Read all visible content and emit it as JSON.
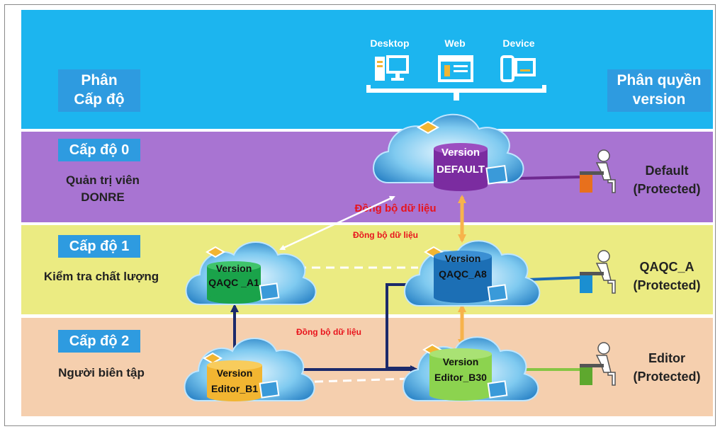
{
  "colors": {
    "band_top": "#1cb5ef",
    "band_level0": "#a874d2",
    "band_level1": "#ebeb82",
    "band_level2": "#f5cfae",
    "label_box": "#2e9be0",
    "sync_red": "#e8141c",
    "arrow_orange": "#f7b34b",
    "arrow_navy": "#1b2a6b",
    "arrow_purple": "#6e2a90",
    "arrow_blue": "#1b6ab5",
    "arrow_green": "#86c544"
  },
  "header": {
    "left_label_line1": "Phân",
    "left_label_line2": "Cấp độ",
    "right_label_line1": "Phân quyền",
    "right_label_line2": "version",
    "devices": [
      {
        "label": "Desktop",
        "icon": "desktop-icon"
      },
      {
        "label": "Web",
        "icon": "web-browser-icon"
      },
      {
        "label": "Device",
        "icon": "mobile-device-icon"
      }
    ]
  },
  "levels": [
    {
      "badge": "Cấp độ 0",
      "role_line1": "Quản trị viên",
      "role_line2": "DONRE"
    },
    {
      "badge": "Cấp độ 1",
      "role_line1": "Kiểm tra chất lượng",
      "role_line2": ""
    },
    {
      "badge": "Cấp độ 2",
      "role_line1": "Người biên tập",
      "role_line2": ""
    }
  ],
  "versions": {
    "default": {
      "line1": "Version",
      "line2": "DEFAULT"
    },
    "qaqc_a1": {
      "line1": "Version",
      "line2": "QAQC _A1"
    },
    "qaqc_a8": {
      "line1": "Version",
      "line2": "QAQC_A8"
    },
    "editor_b1": {
      "line1": "Version",
      "line2": "Editor_B1"
    },
    "editor_b30": {
      "line1": "Version",
      "line2": "Editor_B30"
    }
  },
  "permissions": [
    {
      "line1": "Default",
      "line2": "(Protected)"
    },
    {
      "line1": "QAQC_A",
      "line2": "(Protected)"
    },
    {
      "line1": "Editor",
      "line2": "(Protected)"
    }
  ],
  "sync": {
    "main": "Đồng bộ dữ liệu",
    "small_1": "Đồng bộ dữ liệu",
    "small_2": "Đồng bộ dữ liệu"
  },
  "icons": [
    "desktop-icon",
    "web-browser-icon",
    "mobile-device-icon",
    "cloud-icon",
    "database-icon",
    "user-at-desk-icon",
    "layer-icon"
  ]
}
